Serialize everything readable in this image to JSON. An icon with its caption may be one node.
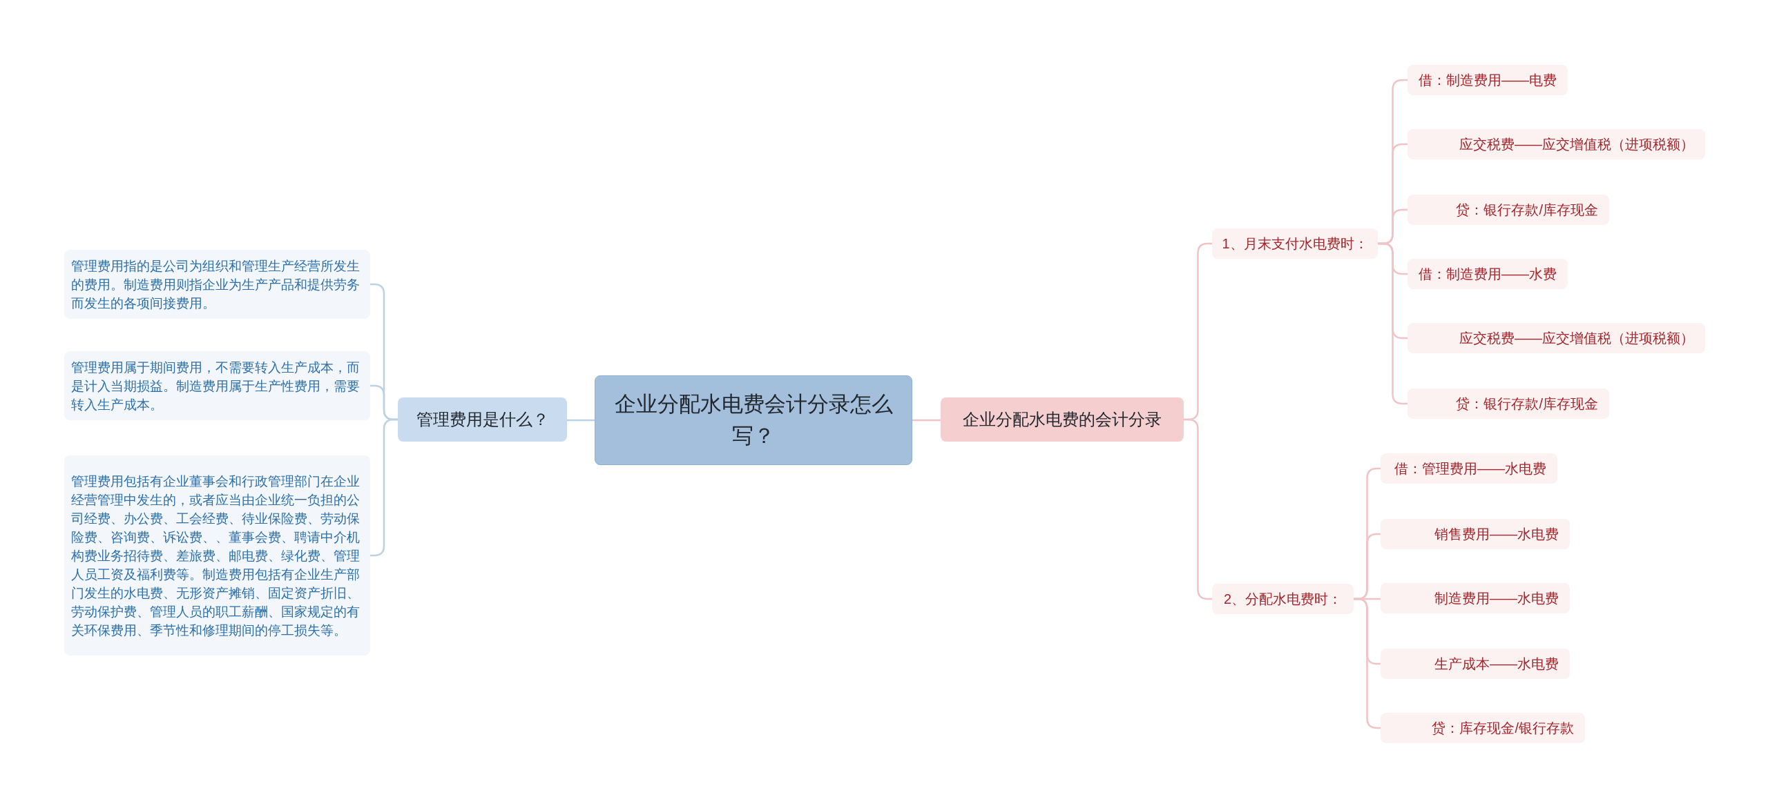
{
  "diagram": {
    "nodes": [
      {
        "text": [
          "企业分配水电费会计分录怎么写？"
        ]
      },
      {
        "text": [
          "管理费用是什么？"
        ]
      },
      {
        "text": [
          "管理费用指的是公司为组织和管理生产经营所发生的费用。制造费用则指企业为生产产品和提供劳务而发生的各项间接费用。"
        ]
      },
      {
        "text": [
          "管理费用属于期间费用，不需要转入生产成本，而是计入当期损益。制造费用属于生产性费用，需要转入生产成本。"
        ]
      },
      {
        "text": [
          "管理费用包括有企业董事会和行政管理部门在企业经营管理中发生的，或者应当由企业统一负担的公司经费、办公费、工会经费、待业保险费、劳动保险费、咨询费、诉讼费、、董事会费、聘请中介机构费业务招待费、差旅费、邮电费、绿化费、管理人员工资及福利费等。制造费用包括有企业生产部门发生的水电费、无形资产摊销、固定资产折旧、劳动保护费、管理人员的职工薪酬、国家规定的有关环保费用、季节性和修理期间的停工损失等。"
        ]
      },
      {
        "text": [
          "企业分配水电费的会计分录"
        ]
      },
      {
        "text": [
          "1、月末支付水电费时："
        ]
      },
      {
        "text": [
          "借：制造费用——电费"
        ]
      },
      {
        "text": [
          "应交税费——应交增值税（进项税额）"
        ]
      },
      {
        "text": [
          "贷：银行存款/库存现金"
        ]
      },
      {
        "text": [
          "借：制造费用——水费"
        ]
      },
      {
        "text": [
          "应交税费——应交增值税（进项税额）"
        ]
      },
      {
        "text": [
          "贷：银行存款/库存现金"
        ]
      },
      {
        "text": [
          "2、分配水电费时："
        ]
      },
      {
        "text": [
          "借：管理费用——水电费"
        ]
      },
      {
        "text": [
          "销售费用——水电费"
        ]
      },
      {
        "text": [
          "制造费用——水电费"
        ]
      },
      {
        "text": [
          "生产成本——水电费"
        ]
      },
      {
        "text": [
          "贷：库存现金/银行存款"
        ]
      }
    ],
    "edges": [
      {
        "from": 0,
        "to": 1,
        "arrow": "none",
        "color": "#bdd1e4"
      },
      {
        "from": 1,
        "to": 2,
        "arrow": "none",
        "color": "#bdd1e4"
      },
      {
        "from": 1,
        "to": 3,
        "arrow": "none",
        "color": "#bdd1e4"
      },
      {
        "from": 1,
        "to": 4,
        "arrow": "none",
        "color": "#bdd1e4"
      },
      {
        "from": 0,
        "to": 5,
        "arrow": "none"
      },
      {
        "from": 5,
        "to": 6,
        "arrow": "none"
      },
      {
        "from": 6,
        "to": 7,
        "arrow": "none"
      },
      {
        "from": 6,
        "to": 8,
        "arrow": "none"
      },
      {
        "from": 6,
        "to": 9,
        "arrow": "none"
      },
      {
        "from": 6,
        "to": 10,
        "arrow": "none"
      },
      {
        "from": 6,
        "to": 11,
        "arrow": "none"
      },
      {
        "from": 6,
        "to": 12,
        "arrow": "none"
      },
      {
        "from": 5,
        "to": 13,
        "arrow": "none"
      },
      {
        "from": 13,
        "to": 14,
        "arrow": "none"
      },
      {
        "from": 13,
        "to": 15,
        "arrow": "none"
      },
      {
        "from": 13,
        "to": 16,
        "arrow": "none"
      },
      {
        "from": 13,
        "to": 17,
        "arrow": "none"
      },
      {
        "from": 13,
        "to": 18,
        "arrow": "none"
      }
    ]
  }
}
